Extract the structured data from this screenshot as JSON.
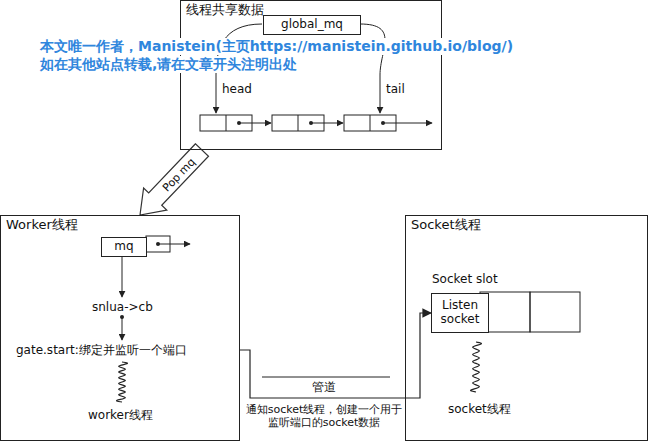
{
  "diagram": {
    "nodes": [
      {
        "text": [
          "线程共享数据"
        ]
      },
      {
        "text": [
          "global_mq"
        ],
        "in": 0
      },
      {
        "text": [
          "Worker线程"
        ]
      },
      {
        "text": [
          "mq"
        ],
        "in": 2
      },
      {
        "text": [
          "Socket线程"
        ]
      },
      {
        "text": [
          "Listen socket"
        ],
        "in": 4
      }
    ],
    "edges": [
      {
        "from": 0,
        "to": 2,
        "label": "Pop mq",
        "arrow": "to"
      },
      {
        "from": 2,
        "to": 5,
        "arrow": "to"
      }
    ],
    "labels": [
      "本文唯一作者，Manistein(主页https://manistein.github.io/blog/)",
      "如在其他站点转载,请在文章开头注明出处",
      "head",
      "tail",
      "snlua->cb",
      "gate.start:绑定并监听一个端口",
      "worker线程",
      "管道",
      "通知socket线程，创建一个用于 监听端口的socket数据",
      "Socket slot",
      "socket线程"
    ]
  }
}
